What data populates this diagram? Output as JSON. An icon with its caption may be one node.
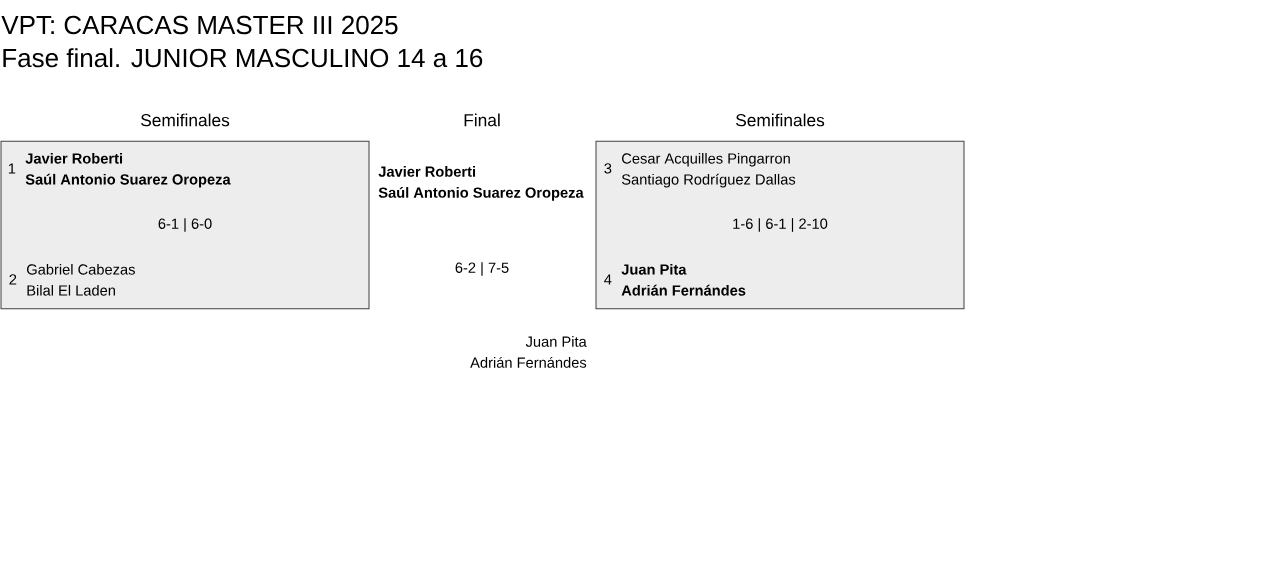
{
  "diagram": {
    "title": "VPT: CARACAS MASTER III 2025",
    "nodes": [
      {
        "text": [
          "6-1 | 6-0"
        ]
      },
      {
        "text": [
          "1",
          "Javier Roberti",
          "Saúl Antonio Suarez Oropeza"
        ],
        "in": 0
      },
      {
        "text": [
          "2",
          "Gabriel Cabezas",
          "Bilal El Laden"
        ],
        "in": 0
      },
      {
        "text": [
          "1-6 | 6-1 | 2-10"
        ]
      },
      {
        "text": [
          "3",
          "Cesar Acquilles Pingarron",
          "Santiago Rodríguez Dallas"
        ],
        "in": 3
      },
      {
        "text": [
          "4",
          "Juan Pita",
          "Adrián Fernándes"
        ],
        "in": 3
      },
      {
        "text": [
          "Javier Roberti",
          "Saúl Antonio Suarez Oropeza"
        ]
      },
      {
        "text": [
          "Juan Pita",
          "Adrián Fernándes"
        ]
      }
    ],
    "edges": [],
    "labels": [
      "Fase final. JUNIOR MASCULINO 14 a 16",
      "Semifinales",
      "Final",
      "Semifinales",
      "6-2 | 7-5"
    ]
  }
}
